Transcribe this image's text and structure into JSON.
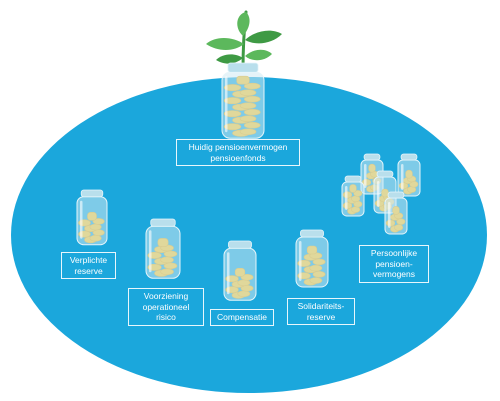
{
  "colors": {
    "ellipse": "#1ba7dc",
    "jar_glass": "#cfeaf3",
    "jar_lid": "#b9dfec",
    "coin": "#f4c431",
    "coin_dark": "#e3a91c",
    "leaf": "#5cb85c",
    "leaf_dark": "#3e9a44",
    "label_border": "#e8f6fc",
    "label_text": "#ffffff"
  },
  "icons": [
    "plant-icon",
    "coin-jar-icon"
  ],
  "labels": {
    "current_assets": [
      "Huidig pensioenvermogen",
      "pensioenfonds"
    ],
    "mandatory_reserve": [
      "Verplichte",
      "reserve"
    ],
    "operational_risk": [
      "Voorziening",
      "operationeel",
      "risico"
    ],
    "compensation": [
      "Compensatie"
    ],
    "solidarity_reserve": [
      "Solidariteits-",
      "reserve"
    ],
    "personal_assets": [
      "Persoonlijke",
      "pensioen-",
      "vermogens"
    ]
  },
  "coin_fill": {
    "main": 0.85,
    "verplicht": 0.55,
    "operationeel": 0.65,
    "compensatie": 0.5,
    "solidariteit": 0.7,
    "personal": [
      0.7,
      0.55,
      0.75,
      0.5,
      0.6
    ]
  }
}
